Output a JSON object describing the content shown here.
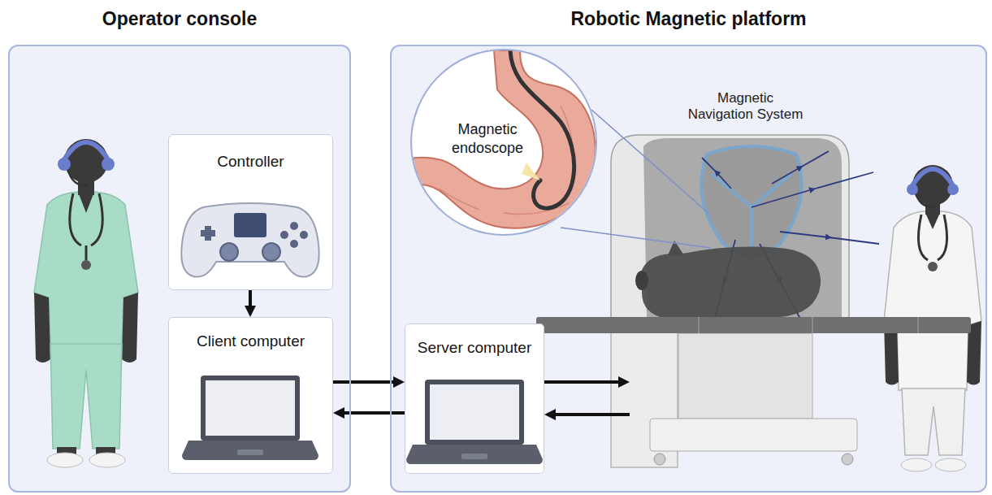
{
  "diagram": {
    "nodes": [
      {
        "text": [
          "Operator console"
        ]
      },
      {
        "text": [
          "Robotic Magnetic platform"
        ]
      },
      {
        "text": [
          "Controller"
        ],
        "in": 0
      },
      {
        "text": [
          "Client computer"
        ],
        "in": 0
      },
      {
        "text": [
          "Server computer"
        ],
        "in": 1
      },
      {
        "text": [
          "Magnetic endoscope"
        ],
        "in": 1
      },
      {
        "text": [
          "Magnetic Navigation System"
        ],
        "in": 1
      }
    ],
    "edges": [
      {
        "from": 2,
        "to": 3,
        "arrow": "to"
      },
      {
        "from": 3,
        "to": 4,
        "arrow": "to"
      },
      {
        "from": 4,
        "to": 3,
        "arrow": "to"
      },
      {
        "from": 4,
        "to": 6,
        "arrow": "to"
      },
      {
        "from": 6,
        "to": 4,
        "arrow": "to"
      }
    ]
  }
}
